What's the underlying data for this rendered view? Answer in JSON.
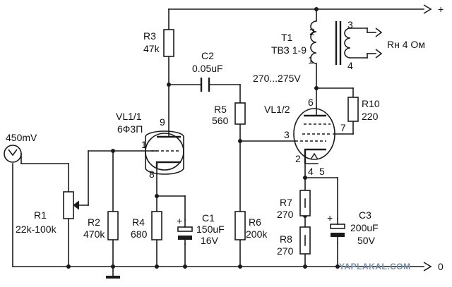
{
  "input": {
    "label": "450mV"
  },
  "power": {
    "plus": "+",
    "zero": "0"
  },
  "watermark": "YAPLAKAL.COM",
  "components": {
    "r1": {
      "ref": "R1",
      "value": "22k-100k"
    },
    "r2": {
      "ref": "R2",
      "value": "470k"
    },
    "r3": {
      "ref": "R3",
      "value": "47k"
    },
    "r4": {
      "ref": "R4",
      "value": "680"
    },
    "r5": {
      "ref": "R5",
      "value": "560"
    },
    "r6": {
      "ref": "R6",
      "value": "200k"
    },
    "r7": {
      "ref": "R7",
      "value": "270"
    },
    "r8": {
      "ref": "R8",
      "value": "270"
    },
    "r10": {
      "ref": "R10",
      "value": "220"
    },
    "c1": {
      "ref": "C1",
      "value": "150uF",
      "voltage": "16V"
    },
    "c2": {
      "ref": "C2",
      "value": "0.05uF"
    },
    "c3": {
      "ref": "C3",
      "value": "200uF",
      "voltage": "50V"
    },
    "t1": {
      "ref": "T1",
      "model": "ТВЗ 1-9",
      "pins": [
        "2",
        "1",
        "3",
        "4"
      ]
    },
    "vl1": {
      "ref": "VL1/1",
      "type": "6Ф3П",
      "pins": [
        "9",
        "1",
        "8"
      ]
    },
    "vl2": {
      "ref": "VL1/2",
      "pins": [
        "6",
        "3",
        "7",
        "2",
        "4",
        "5"
      ]
    }
  },
  "notes": {
    "anode_voltage": "270...275V",
    "load": "Rн 4 Ом"
  },
  "polarity": {
    "plus": "+"
  }
}
